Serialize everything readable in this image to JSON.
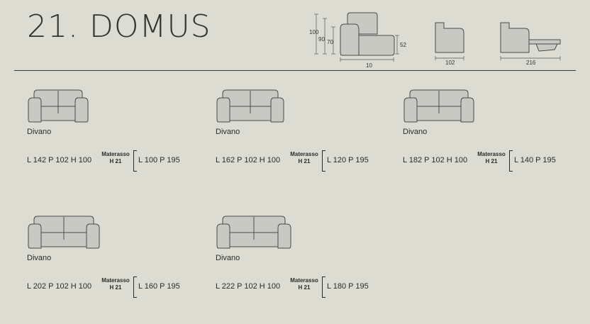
{
  "header": {
    "title": "21. DOMUS"
  },
  "diagram": {
    "front": {
      "h_total": "100",
      "h_back": "90",
      "h_arm": "70",
      "h_seat": "52",
      "width": "10"
    },
    "side_closed": {
      "depth": "102"
    },
    "side_open": {
      "depth": "216"
    }
  },
  "colors": {
    "background": "#dcdcd3",
    "sofa_fill": "#c9c9c4",
    "line": "#4a4a4a"
  },
  "items": [
    {
      "label": "Divano",
      "dims": "L 142 P 102 H 100",
      "mat_label": "Materasso",
      "mat_h": "H 21",
      "mat_dims": "L 100 P 195",
      "seats": 2
    },
    {
      "label": "Divano",
      "dims": "L 162 P 102 H 100",
      "mat_label": "Materasso",
      "mat_h": "H 21",
      "mat_dims": "L 120 P 195",
      "seats": 2
    },
    {
      "label": "Divano",
      "dims": "L 182 P 102 H 100",
      "mat_label": "Materasso",
      "mat_h": "H 21",
      "mat_dims": "L 140 P 195",
      "seats": 2
    },
    {
      "label": "Divano",
      "dims": "L 202 P 102 H 100",
      "mat_label": "Materasso",
      "mat_h": "H 21",
      "mat_dims": "L 160 P 195",
      "seats": 2
    },
    {
      "label": "Divano",
      "dims": "L 222 P 102 H 100",
      "mat_label": "Materasso",
      "mat_h": "H 21",
      "mat_dims": "L 180 P 195",
      "seats": 2
    }
  ]
}
